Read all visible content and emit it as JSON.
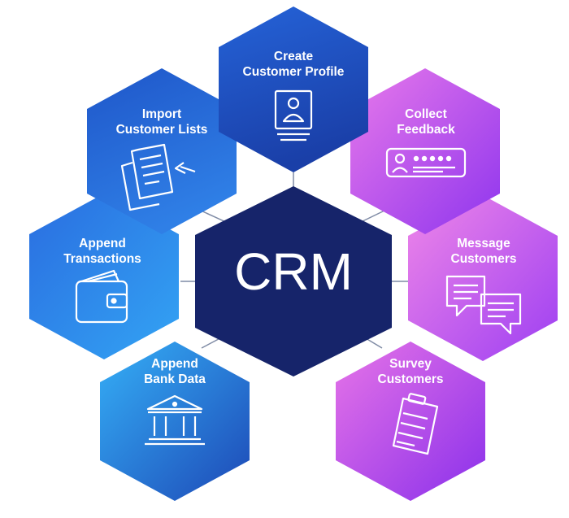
{
  "center": {
    "label": "CRM"
  },
  "nodes": [
    {
      "id": "create-profile",
      "line1": "Create",
      "line2": "Customer Profile",
      "icon": "profile-card-icon"
    },
    {
      "id": "import-lists",
      "line1": "Import",
      "line2": "Customer Lists",
      "icon": "document-import-icon"
    },
    {
      "id": "collect-feedback",
      "line1": "Collect",
      "line2": "Feedback",
      "icon": "rating-card-icon"
    },
    {
      "id": "append-transactions",
      "line1": "Append",
      "line2": "Transactions",
      "icon": "wallet-icon"
    },
    {
      "id": "message-customers",
      "line1": "Message",
      "line2": "Customers",
      "icon": "chat-bubbles-icon"
    },
    {
      "id": "append-bank-data",
      "line1": "Append",
      "line2": "Bank Data",
      "icon": "bank-icon"
    },
    {
      "id": "survey-customers",
      "line1": "Survey",
      "line2": "Customers",
      "icon": "clipboard-icon"
    }
  ],
  "colors": {
    "center": "#16246a",
    "blue_dark": "#1c3fae",
    "blue_light": "#36a8f5",
    "purple": "#9a3cf2",
    "pink": "#e66fe6",
    "connector": "#7f8ba5"
  }
}
